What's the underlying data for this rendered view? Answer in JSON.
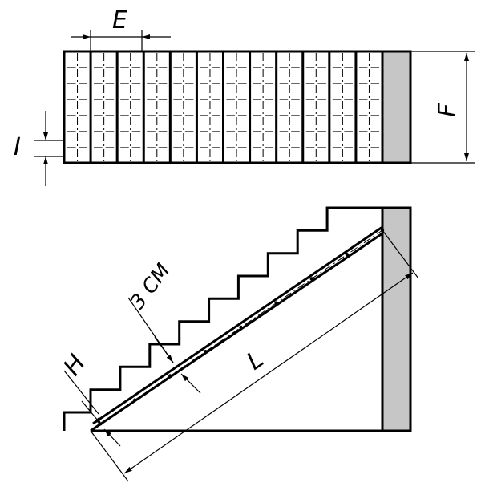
{
  "labels": {
    "step_width": "E",
    "stair_width": "F",
    "joint_gap": "I",
    "step_height": "H",
    "slab_length": "L",
    "slab_thickness": "3 CM"
  },
  "colors": {
    "line": "#000000",
    "wall_fill": "#c6c6c6",
    "background": "#ffffff"
  },
  "plan": {
    "tread_count": 12
  },
  "section": {
    "step_count": 9
  }
}
